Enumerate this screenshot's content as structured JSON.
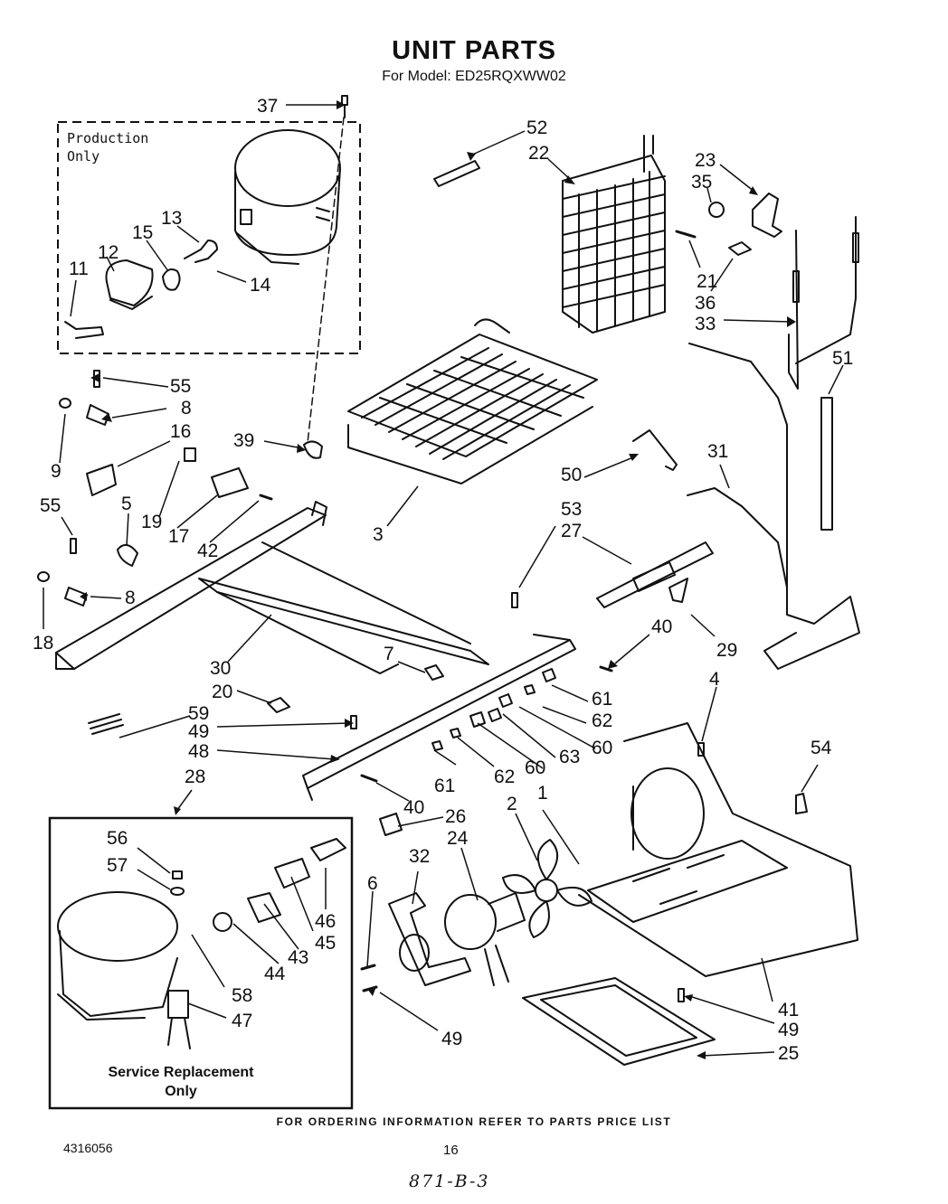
{
  "header": {
    "title": "UNIT PARTS",
    "model": "For Model: ED25RQXWW02"
  },
  "boxes": {
    "production": {
      "line1": "Production",
      "line2": "Only"
    },
    "service": {
      "line1": "Service Replacement",
      "line2": "Only"
    }
  },
  "footer": {
    "ordering_note": "FOR ORDERING INFORMATION REFER TO PARTS PRICE LIST",
    "doc_number": "4316056",
    "page_number": "16",
    "handwritten": "871-B-3"
  },
  "callouts": [
    "37",
    "52",
    "22",
    "23",
    "35",
    "21",
    "36",
    "33",
    "51",
    "13",
    "15",
    "12",
    "11",
    "14",
    "55",
    "8",
    "9",
    "16",
    "39",
    "19",
    "17",
    "42",
    "5",
    "55",
    "8",
    "18",
    "3",
    "50",
    "31",
    "53",
    "27",
    "40",
    "29",
    "30",
    "7",
    "20",
    "61",
    "59",
    "62",
    "49",
    "60",
    "63",
    "48",
    "4",
    "54",
    "61",
    "62",
    "60",
    "40",
    "28",
    "26",
    "2",
    "1",
    "24",
    "32",
    "56",
    "57",
    "6",
    "46",
    "45",
    "43",
    "44",
    "58",
    "47",
    "41",
    "49",
    "25",
    "49"
  ]
}
